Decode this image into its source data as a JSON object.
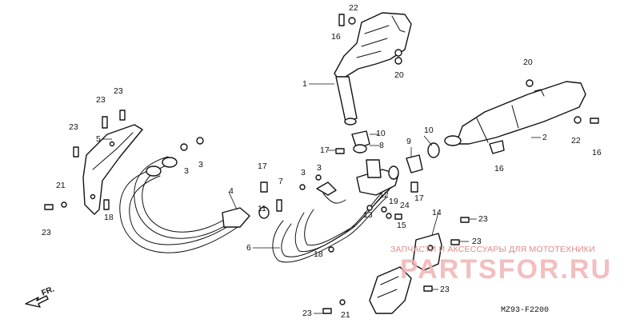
{
  "diagram": {
    "code": "MZ93-F2200",
    "front_label": "FR.",
    "watermark_line1": "ЗАПЧАСТИ И АКСЕССУАРЫ ДЛЯ МОТОТЕХНИКИ",
    "watermark_line2": "PARTSFOR.RU",
    "callouts": [
      {
        "id": "c22a",
        "text": "22"
      },
      {
        "id": "c16a",
        "text": "16"
      },
      {
        "id": "c20a",
        "text": "20"
      },
      {
        "id": "c1",
        "text": "1"
      },
      {
        "id": "c20b",
        "text": "20"
      },
      {
        "id": "c2",
        "text": "2"
      },
      {
        "id": "c22b",
        "text": "22"
      },
      {
        "id": "c16b",
        "text": "16"
      },
      {
        "id": "c16c",
        "text": "16"
      },
      {
        "id": "c10a",
        "text": "10"
      },
      {
        "id": "c10b",
        "text": "10"
      },
      {
        "id": "c8",
        "text": "8"
      },
      {
        "id": "c17a",
        "text": "17"
      },
      {
        "id": "c9",
        "text": "9"
      },
      {
        "id": "c17b",
        "text": "17"
      },
      {
        "id": "c17c",
        "text": "17"
      },
      {
        "id": "c23a",
        "text": "23"
      },
      {
        "id": "c23b",
        "text": "23"
      },
      {
        "id": "c5",
        "text": "5"
      },
      {
        "id": "c23c",
        "text": "23"
      },
      {
        "id": "c3a",
        "text": "3"
      },
      {
        "id": "c3b",
        "text": "3"
      },
      {
        "id": "c3c",
        "text": "3"
      },
      {
        "id": "c3d",
        "text": "3"
      },
      {
        "id": "c4",
        "text": "4"
      },
      {
        "id": "c21a",
        "text": "21"
      },
      {
        "id": "c23d",
        "text": "23"
      },
      {
        "id": "c18a",
        "text": "18"
      },
      {
        "id": "c7",
        "text": "7"
      },
      {
        "id": "c11",
        "text": "11"
      },
      {
        "id": "c12",
        "text": "12"
      },
      {
        "id": "c19",
        "text": "19"
      },
      {
        "id": "c13",
        "text": "13"
      },
      {
        "id": "c24",
        "text": "24"
      },
      {
        "id": "c6",
        "text": "6"
      },
      {
        "id": "c18b",
        "text": "18"
      },
      {
        "id": "c14",
        "text": "14"
      },
      {
        "id": "c23e",
        "text": "23"
      },
      {
        "id": "c23f",
        "text": "23"
      },
      {
        "id": "c15",
        "text": "15"
      },
      {
        "id": "c23g",
        "text": "23"
      },
      {
        "id": "c23h",
        "text": "23"
      },
      {
        "id": "c21b",
        "text": "21"
      }
    ]
  }
}
